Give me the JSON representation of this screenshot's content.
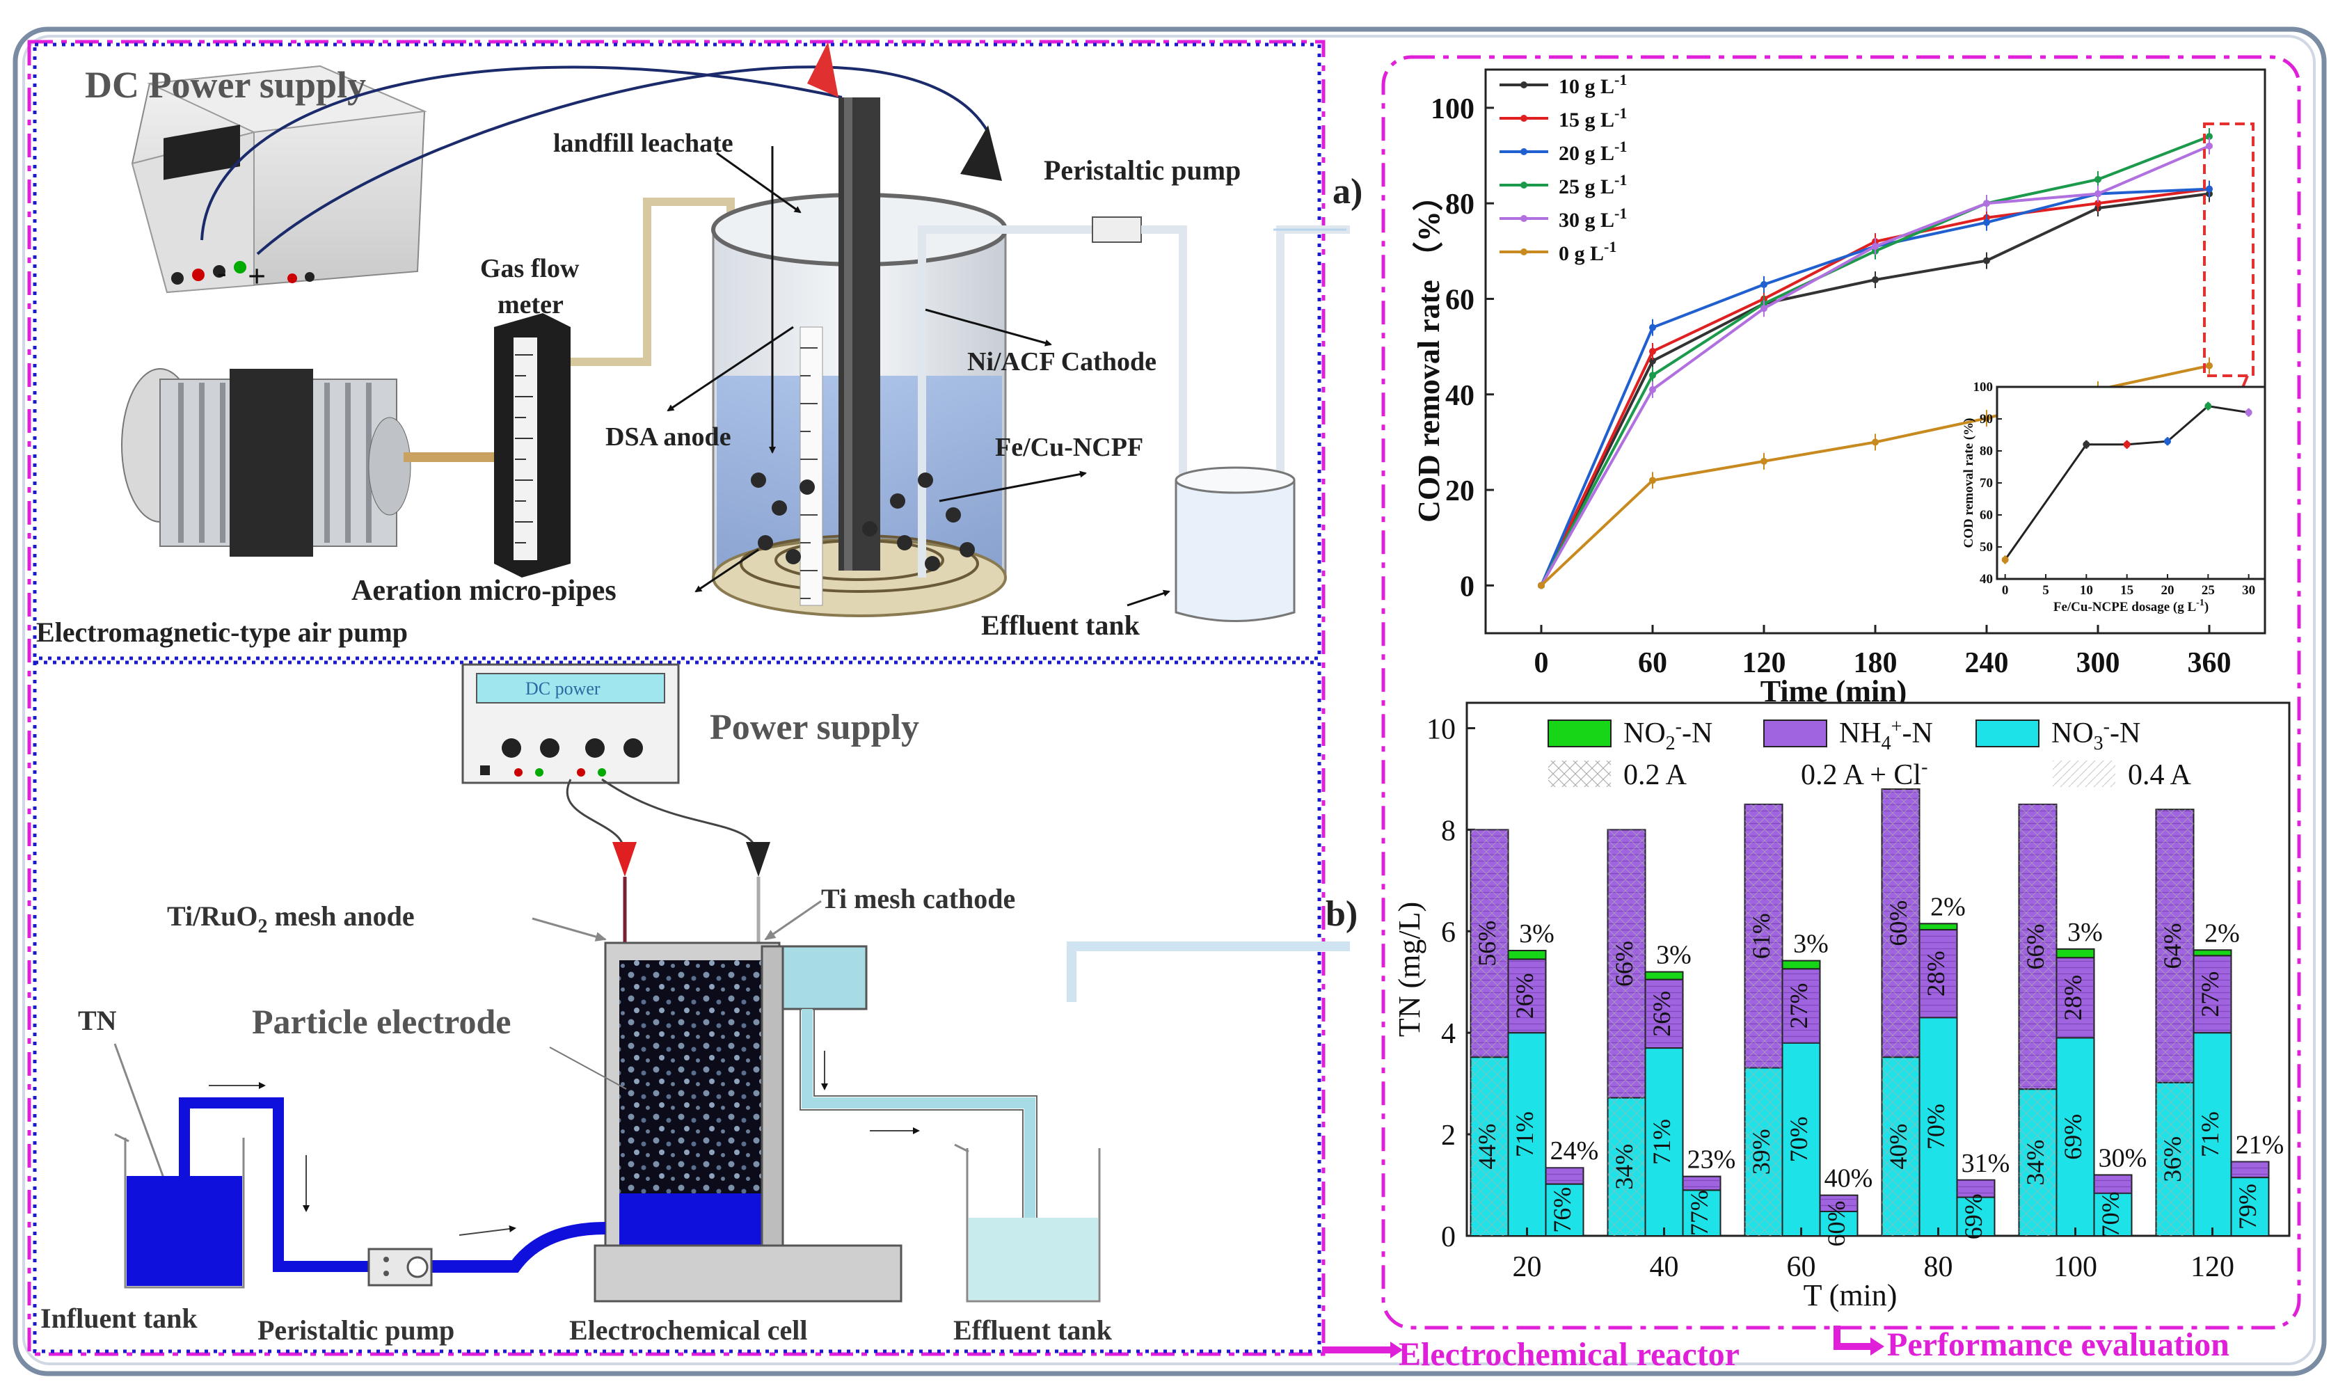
{
  "colors": {
    "outer_frame": "#7a8ca3",
    "magenta": "#e020d8",
    "blue_dotted": "#1a1ad0",
    "cyan": "#1de3e8",
    "purple": "#a064e0",
    "green": "#17d617",
    "arrow_blue": "#b8d4ec",
    "solution_blue": "#1010dd"
  },
  "top_panel": {
    "dc_power_supply": "DC Power supply",
    "minus": "-",
    "plus": "+",
    "landfill_leachate": "landfill leachate",
    "peristaltic_pump": "Peristaltic pump",
    "gas_flow_meter_1": "Gas flow",
    "gas_flow_meter_2": "meter",
    "ni_acf_cathode": "Ni/ACF Cathode",
    "dsa_anode": "DSA anode",
    "fe_cu_ncpf": "Fe/Cu-NCPF",
    "aeration_micro_pipes": "Aeration micro-pipes",
    "electromagnetic_air_pump": "Electromagnetic-type air pump",
    "effluent_tank": "Effluent tank"
  },
  "bottom_panel": {
    "dc_power_display": "DC power",
    "power_supply": "Power supply",
    "anode_label": "Ti/RuO",
    "anode_sub": "2",
    "anode_rest": " mesh anode",
    "ti_mesh_cathode": "Ti mesh cathode",
    "tn": "TN",
    "particle_electrode": "Particle electrode",
    "influent_tank": "Influent tank",
    "peristaltic_pump": "Peristaltic pump",
    "electrochemical_cell": "Electrochemical cell",
    "effluent_tank": "Effluent tank"
  },
  "panel_labels": {
    "a": "a)",
    "b": "b)"
  },
  "footer": {
    "electrochemical_reactor": "Electrochemical reactor",
    "performance_evaluation": "Performance evaluation"
  },
  "chart_data": [
    {
      "type": "line",
      "xlabel": "Time (min)",
      "ylabel": "COD removal rate （%）",
      "x": [
        0,
        60,
        120,
        180,
        240,
        300,
        360
      ],
      "xticks": [
        "0",
        "60",
        "120",
        "180",
        "240",
        "300",
        "360"
      ],
      "yticks": [
        "0",
        "20",
        "40",
        "60",
        "80",
        "100"
      ],
      "xlim": [
        -30,
        390
      ],
      "ylim": [
        -10,
        108
      ],
      "legend_position": "top-left",
      "series": [
        {
          "name": "10 g L",
          "sup": "-1",
          "color": "#333333",
          "values": [
            0,
            47,
            59,
            64,
            68,
            79,
            82
          ]
        },
        {
          "name": "15 g L",
          "sup": "-1",
          "color": "#e02020",
          "values": [
            0,
            49,
            60,
            72,
            77,
            80,
            83
          ]
        },
        {
          "name": "20 g L",
          "sup": "-1",
          "color": "#1f5fd0",
          "values": [
            0,
            54,
            63,
            71,
            76,
            82,
            83
          ]
        },
        {
          "name": "25 g L",
          "sup": "-1",
          "color": "#1a9a4a",
          "values": [
            0,
            44,
            59,
            70,
            80,
            85,
            94
          ]
        },
        {
          "name": "30 g L",
          "sup": "-1",
          "color": "#b070e0",
          "values": [
            0,
            41,
            58,
            71,
            80,
            82,
            92
          ]
        },
        {
          "name": "0 g L",
          "sup": "-1",
          "color": "#c88a1e",
          "values": [
            0,
            22,
            26,
            30,
            35,
            41,
            46
          ]
        }
      ]
    },
    {
      "type": "line",
      "title": "inset",
      "xlabel": "Fe/Cu-NCPE dosage (g L",
      "xlabel_sup": "-1",
      "xlabel_end": ")",
      "ylabel": "COD removal rate (%)",
      "x": [
        0,
        10,
        15,
        20,
        25,
        30
      ],
      "values": [
        46,
        82,
        82,
        83,
        94,
        92
      ],
      "point_colors": [
        "#c88a1e",
        "#333333",
        "#e02020",
        "#1f5fd0",
        "#1a9a4a",
        "#b070e0"
      ],
      "xticks": [
        "0",
        "5",
        "10",
        "15",
        "20",
        "25",
        "30"
      ],
      "yticks": [
        "40",
        "50",
        "60",
        "70",
        "80",
        "90",
        "100"
      ],
      "xlim": [
        -1,
        32
      ],
      "ylim": [
        40,
        100
      ]
    },
    {
      "type": "bar",
      "xlabel": "T (min)",
      "ylabel": "TN (mg/L)",
      "categories": [
        "20",
        "40",
        "60",
        "80",
        "100",
        "120"
      ],
      "yticks": [
        "0",
        "2",
        "4",
        "6",
        "8",
        "10"
      ],
      "ylim": [
        0,
        10.5
      ],
      "legend": {
        "no2": "NO",
        "no2_sub": "2",
        "no2_sup": "-",
        "no2_end": "-N",
        "nh4": "NH",
        "nh4_sub": "4",
        "nh4_sup": "+",
        "nh4_end": "-N",
        "no3": "NO",
        "no3_sub": "3",
        "no3_sup": "-",
        "no3_end": "-N",
        "a02": "0.2 A",
        "a02cl": "0.2 A + Cl",
        "a02cl_sup": "-",
        "a04": "0.4 A"
      },
      "groups": [
        {
          "bars": [
            {
              "condition": "0.2 A",
              "no3": 3.52,
              "nh4": 4.48,
              "no2": 0,
              "labels": [
                "44%",
                "56%"
              ]
            },
            {
              "condition": "0.2 A + Cl-",
              "no3": 4.0,
              "nh4": 1.45,
              "no2": 0.17,
              "labels": [
                "71%",
                "26%"
              ],
              "top": "3%"
            },
            {
              "condition": "0.4 A",
              "no3": 1.02,
              "nh4": 0.32,
              "no2": 0,
              "labels": [
                "76%"
              ],
              "top": "24%"
            }
          ]
        },
        {
          "bars": [
            {
              "condition": "0.2 A",
              "no3": 2.72,
              "nh4": 5.28,
              "no2": 0,
              "labels": [
                "34%",
                "66%"
              ]
            },
            {
              "condition": "0.2 A + Cl-",
              "no3": 3.7,
              "nh4": 1.35,
              "no2": 0.15,
              "labels": [
                "71%",
                "26%"
              ],
              "top": "3%"
            },
            {
              "condition": "0.4 A",
              "no3": 0.9,
              "nh4": 0.27,
              "no2": 0,
              "labels": [
                "77%"
              ],
              "top": "23%"
            }
          ]
        },
        {
          "bars": [
            {
              "condition": "0.2 A",
              "no3": 3.31,
              "nh4": 5.19,
              "no2": 0,
              "labels": [
                "39%",
                "61%"
              ]
            },
            {
              "condition": "0.2 A + Cl-",
              "no3": 3.8,
              "nh4": 1.46,
              "no2": 0.16,
              "labels": [
                "70%",
                "27%"
              ],
              "top": "3%"
            },
            {
              "condition": "0.4 A",
              "no3": 0.48,
              "nh4": 0.32,
              "no2": 0,
              "labels": [
                "60%"
              ],
              "top": "40%"
            }
          ]
        },
        {
          "bars": [
            {
              "condition": "0.2 A",
              "no3": 3.52,
              "nh4": 5.28,
              "no2": 0,
              "labels": [
                "40%",
                "60%"
              ]
            },
            {
              "condition": "0.2 A + Cl-",
              "no3": 4.3,
              "nh4": 1.73,
              "no2": 0.12,
              "labels": [
                "70%",
                "28%"
              ],
              "top": "2%"
            },
            {
              "condition": "0.4 A",
              "no3": 0.76,
              "nh4": 0.34,
              "no2": 0,
              "labels": [
                "69%"
              ],
              "top": "31%"
            }
          ]
        },
        {
          "bars": [
            {
              "condition": "0.2 A",
              "no3": 2.89,
              "nh4": 5.61,
              "no2": 0,
              "labels": [
                "34%",
                "66%"
              ]
            },
            {
              "condition": "0.2 A + Cl-",
              "no3": 3.9,
              "nh4": 1.58,
              "no2": 0.17,
              "labels": [
                "69%",
                "28%"
              ],
              "top": "3%"
            },
            {
              "condition": "0.4 A",
              "no3": 0.84,
              "nh4": 0.36,
              "no2": 0,
              "labels": [
                "70%"
              ],
              "top": "30%"
            }
          ]
        },
        {
          "bars": [
            {
              "condition": "0.2 A",
              "no3": 3.02,
              "nh4": 5.38,
              "no2": 0,
              "labels": [
                "36%",
                "64%"
              ]
            },
            {
              "condition": "0.2 A + Cl-",
              "no3": 4.0,
              "nh4": 1.52,
              "no2": 0.11,
              "labels": [
                "71%",
                "27%"
              ],
              "top": "2%"
            },
            {
              "condition": "0.4 A",
              "no3": 1.15,
              "nh4": 0.31,
              "no2": 0,
              "labels": [
                "79%"
              ],
              "top": "21%"
            }
          ]
        }
      ]
    }
  ]
}
